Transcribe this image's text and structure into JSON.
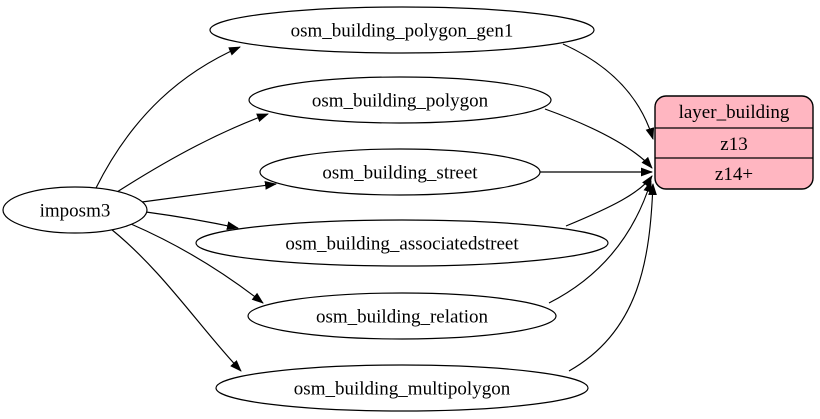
{
  "diagram": {
    "type": "graphviz-etl-flow",
    "colors": {
      "background": "#ffffff",
      "edge_stroke": "#000000",
      "table_node_fill": "#ffffff",
      "layer_node_fill": "#ffb6c1",
      "text": "#000000"
    },
    "nodes": {
      "source": {
        "label": "imposm3"
      },
      "tables": [
        {
          "label": "osm_building_polygon_gen1"
        },
        {
          "label": "osm_building_polygon"
        },
        {
          "label": "osm_building_street"
        },
        {
          "label": "osm_building_associatedstreet"
        },
        {
          "label": "osm_building_relation"
        },
        {
          "label": "osm_building_multipolygon"
        }
      ],
      "layer": {
        "title": "layer_building",
        "rows": [
          {
            "label": "z13"
          },
          {
            "label": "z14+"
          }
        ]
      }
    },
    "edges": [
      {
        "from": "imposm3",
        "to": "osm_building_polygon_gen1"
      },
      {
        "from": "imposm3",
        "to": "osm_building_polygon"
      },
      {
        "from": "imposm3",
        "to": "osm_building_street"
      },
      {
        "from": "imposm3",
        "to": "osm_building_associatedstreet"
      },
      {
        "from": "imposm3",
        "to": "osm_building_relation"
      },
      {
        "from": "imposm3",
        "to": "osm_building_multipolygon"
      },
      {
        "from": "osm_building_polygon_gen1",
        "to": "layer_building.z13"
      },
      {
        "from": "osm_building_polygon",
        "to": "layer_building.z14+"
      },
      {
        "from": "osm_building_street",
        "to": "layer_building.z14+"
      },
      {
        "from": "osm_building_associatedstreet",
        "to": "layer_building.z14+"
      },
      {
        "from": "osm_building_relation",
        "to": "layer_building.z14+"
      },
      {
        "from": "osm_building_multipolygon",
        "to": "layer_building.z14+"
      }
    ]
  }
}
